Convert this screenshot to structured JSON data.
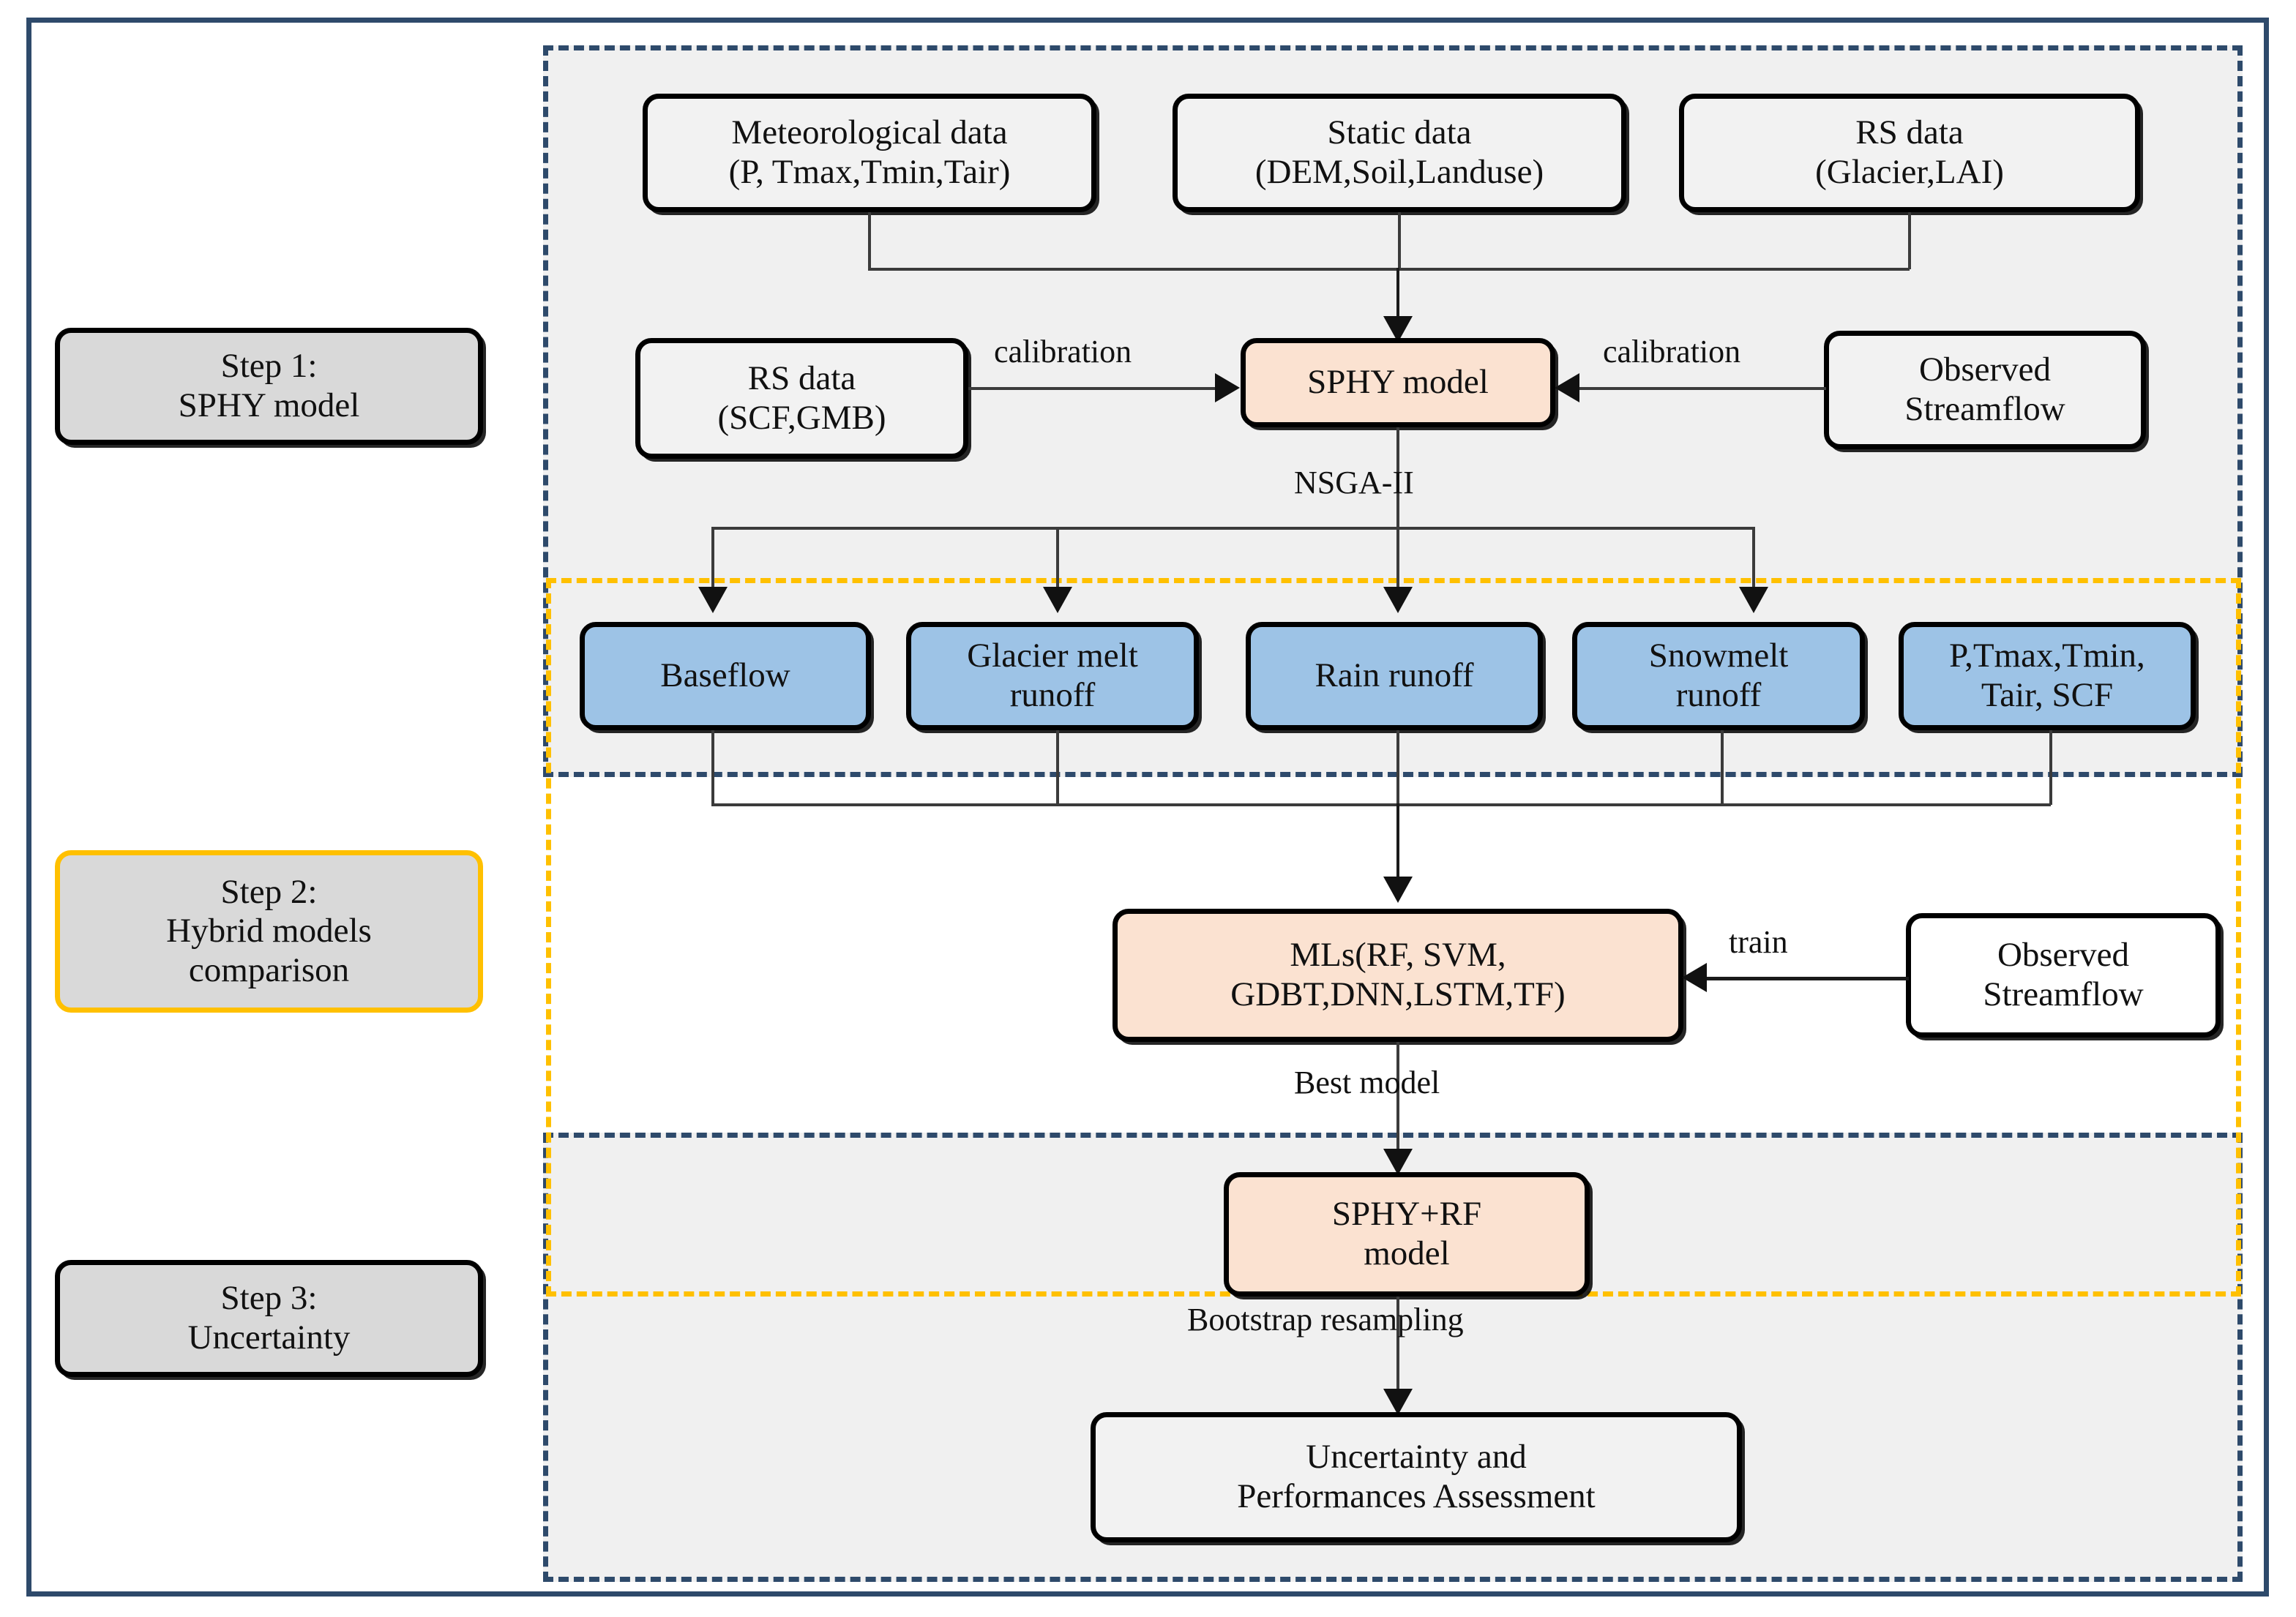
{
  "figure": {
    "type": "flowchart",
    "title": "SPHY hybrid modelling workflow"
  },
  "colors": {
    "frame_navy": "#2E4A6B",
    "panel_yellow": "#FFC000",
    "node_blue": "#9DC3E6",
    "node_peach": "#FBE2D1",
    "node_gray": "#D9D9D9",
    "panel_fill": "#F0F0F0"
  },
  "steps": [
    {
      "id": "step1",
      "label": "Step 1:\nSPHY model",
      "border": "#000000"
    },
    {
      "id": "step2",
      "label": "Step 2:\nHybrid models\ncomparison",
      "border": "#FFC000"
    },
    {
      "id": "step3",
      "label": "Step 3:\nUncertainty",
      "border": "#000000"
    }
  ],
  "inputs_top": [
    {
      "id": "meteo",
      "label": "Meteorological data\n(P, Tmax,Tmin,Tair)"
    },
    {
      "id": "static",
      "label": "Static data\n(DEM,Soil,Landuse)"
    },
    {
      "id": "rs",
      "label": "RS data\n(Glacier,LAI)"
    }
  ],
  "model_row": {
    "left_input": {
      "id": "rs_scf_gmb",
      "label": "RS data\n(SCF,GMB)"
    },
    "center": {
      "id": "sphy",
      "label": "SPHY model"
    },
    "right_input": {
      "id": "observed_1",
      "label": "Observed\nStreamflow"
    },
    "left_edge_label": "calibration",
    "right_edge_label": "calibration",
    "below_label": "NSGA-II"
  },
  "runoff_components": [
    {
      "id": "baseflow",
      "label": "Baseflow"
    },
    {
      "id": "glacier",
      "label": "Glacier melt\nrunoff"
    },
    {
      "id": "rain",
      "label": "Rain runoff"
    },
    {
      "id": "snowmelt",
      "label": "Snowmelt\nrunoff"
    },
    {
      "id": "forcings",
      "label": "P,Tmax,Tmin,\nTair, SCF"
    }
  ],
  "ml_row": {
    "center": {
      "id": "mls",
      "label": "MLs(RF, SVM,\nGDBT,DNN,LSTM,TF)"
    },
    "right_input": {
      "id": "observed_2",
      "label": "Observed\nStreamflow"
    },
    "right_edge_label": "train"
  },
  "best_model_label": "Best model",
  "hybrid": {
    "id": "sphy_rf",
    "label": "SPHY+RF\nmodel"
  },
  "bootstrap_label": "Bootstrap resampling",
  "output": {
    "id": "assessment",
    "label": "Uncertainty and\nPerformances Assessment"
  }
}
